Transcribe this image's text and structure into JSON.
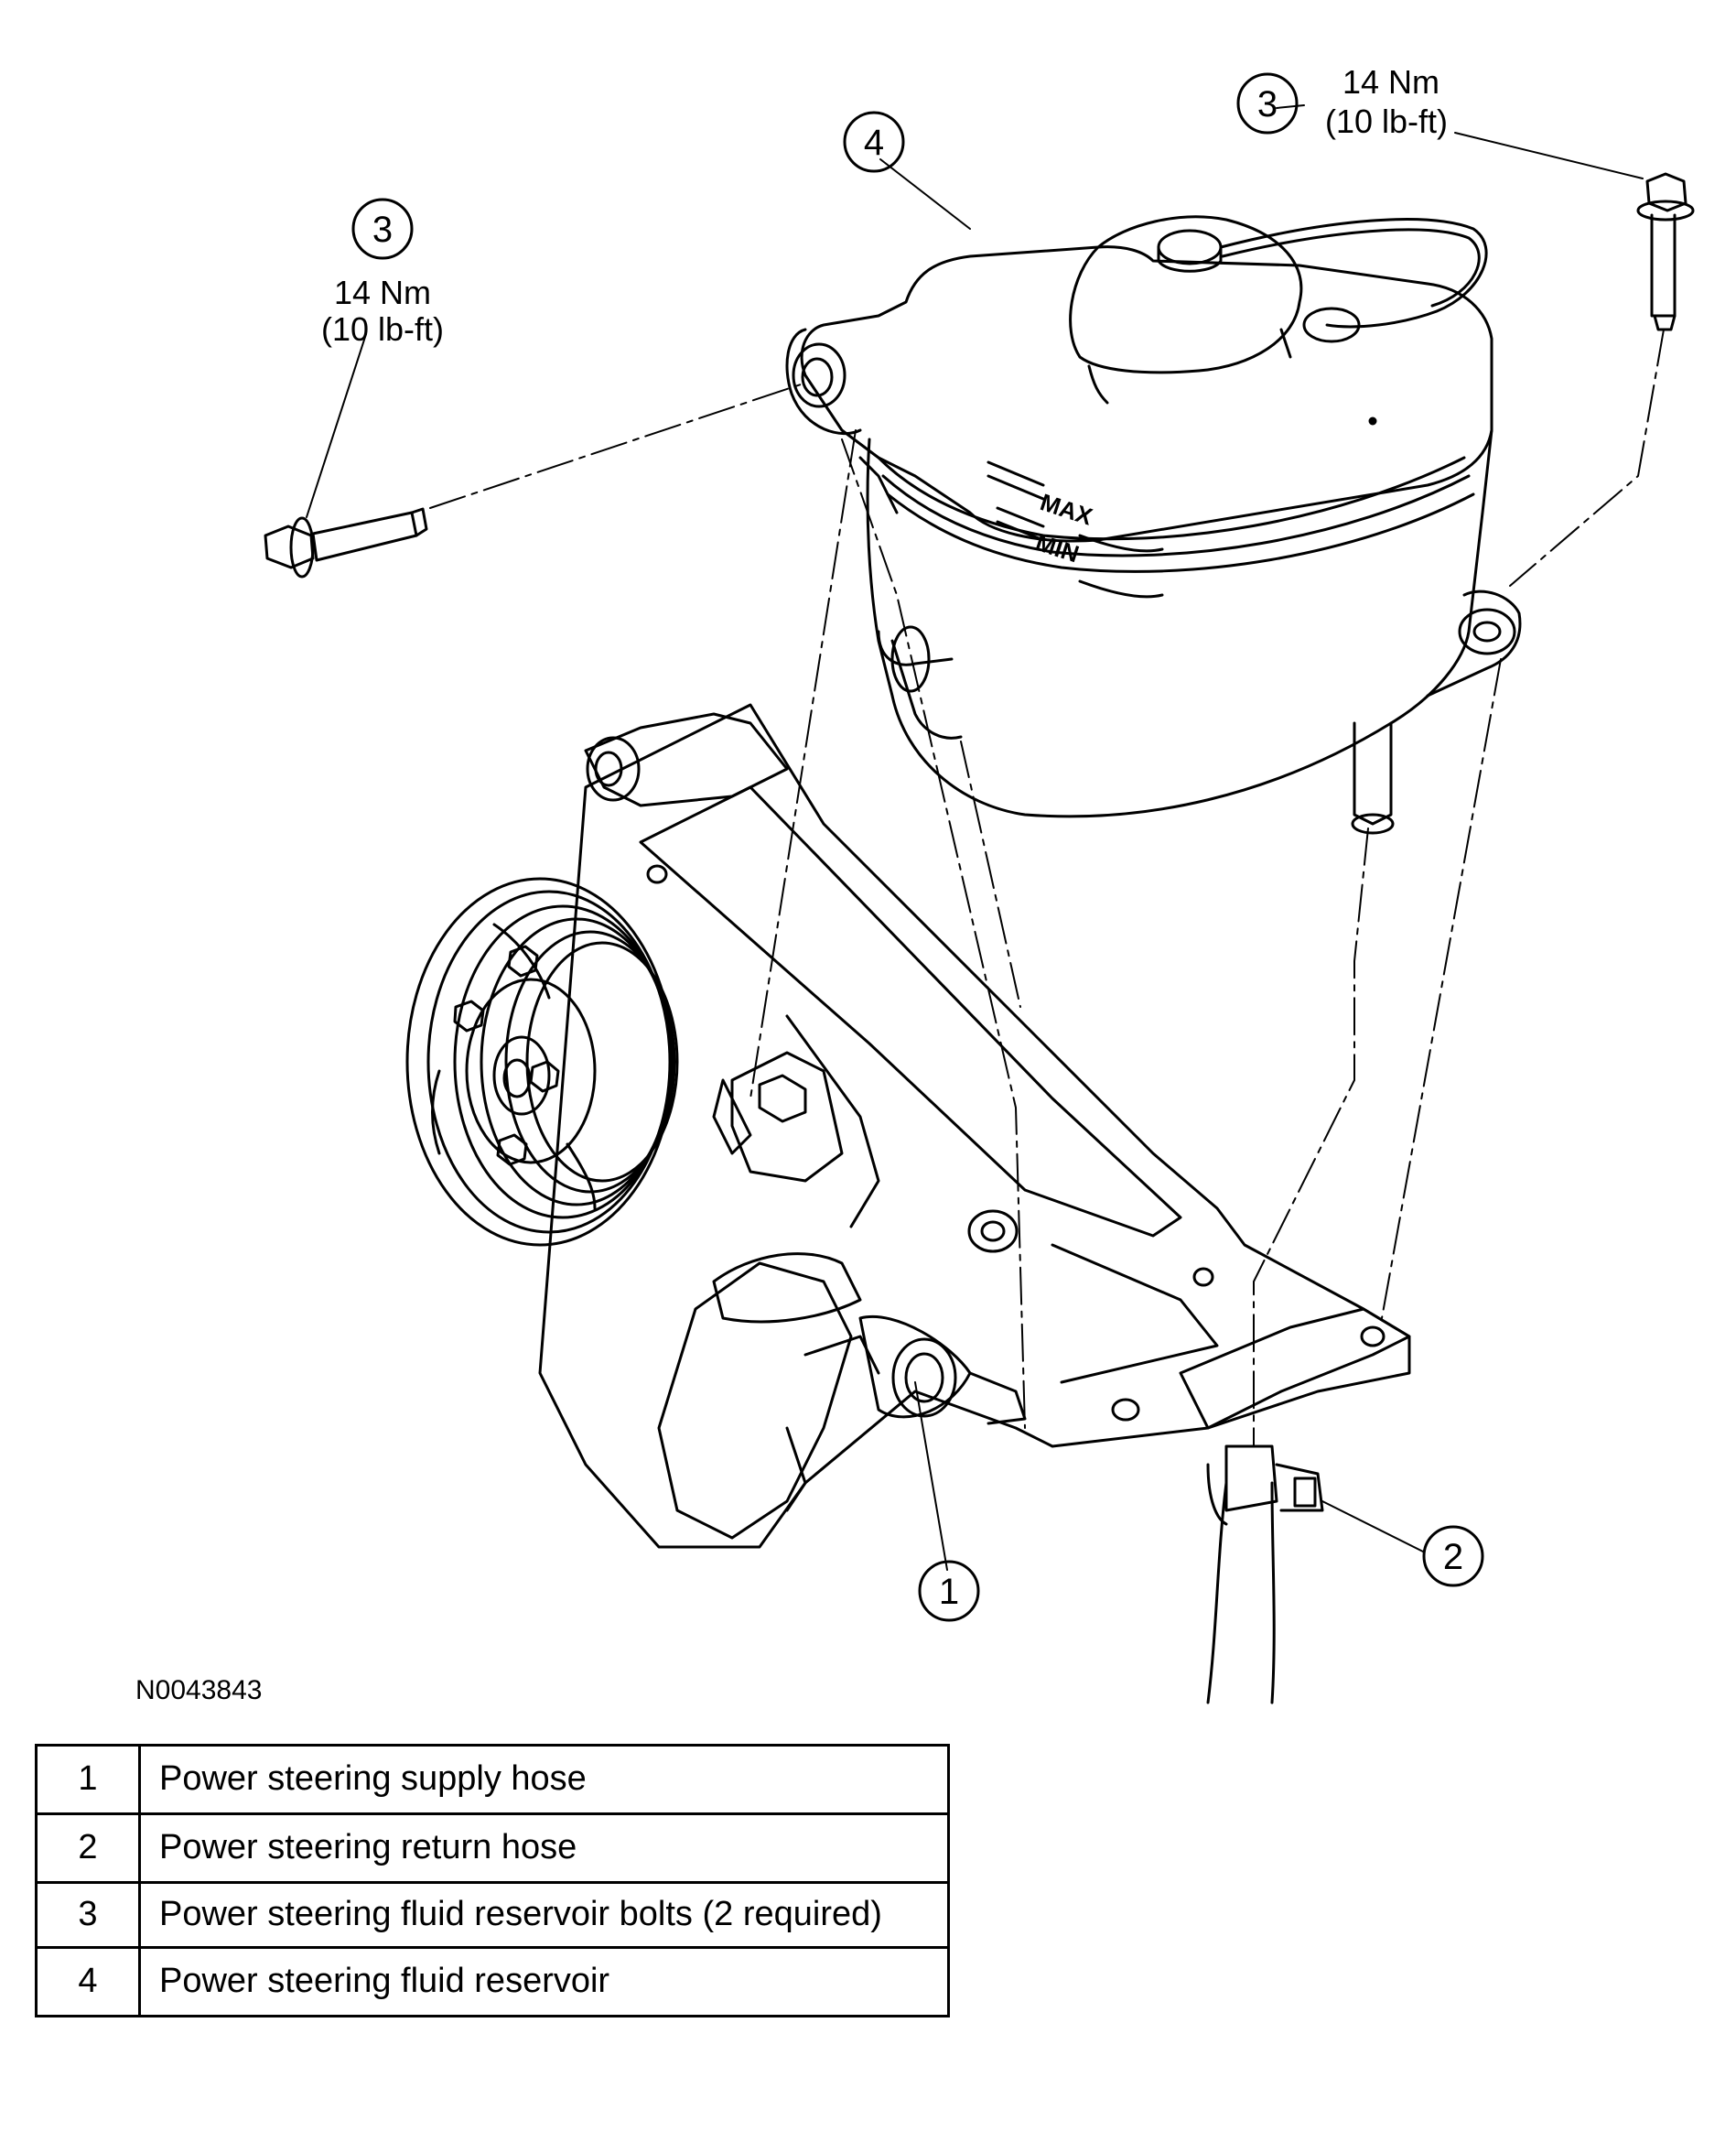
{
  "callouts": {
    "bolt_right": {
      "number": "3",
      "torque_nm": "14 Nm",
      "torque_lbft": "(10 lb-ft)"
    },
    "bolt_left": {
      "number": "3",
      "torque_nm": "14 Nm",
      "torque_lbft": "(10 lb-ft)"
    },
    "reservoir": {
      "number": "4"
    },
    "supply_hose": {
      "number": "1"
    },
    "return_hose": {
      "number": "2"
    }
  },
  "reservoir_labels": {
    "max": "MAX",
    "min": "MIN"
  },
  "figure_id": "N0043843",
  "legend": [
    {
      "number": "1",
      "description": "Power steering supply hose"
    },
    {
      "number": "2",
      "description": "Power steering return hose"
    },
    {
      "number": "3",
      "description": "Power steering fluid reservoir bolts (2 required)"
    },
    {
      "number": "4",
      "description": "Power steering fluid reservoir"
    }
  ]
}
